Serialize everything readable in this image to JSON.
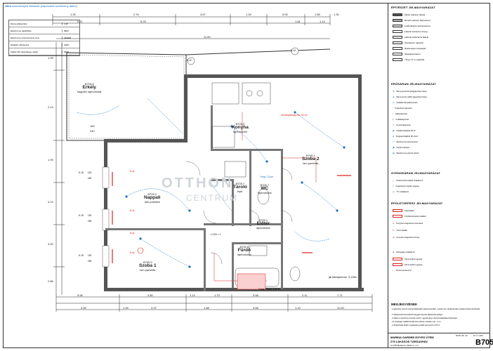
{
  "header": {
    "title_prefix": "Ütes",
    "title": "szerelvényes ellátamű (kapcsolási szerelvény rakkó)"
  },
  "info_table": [
    {
      "label": "Klíma előkészítés",
      "value": "2 db"
    },
    {
      "label": "Elektromos padlófűtés",
      "value": "NEM"
    },
    {
      "label": "Elektromos szerelvények színe",
      "value": "FEHER"
    },
    {
      "label": "Radiátor elhelyezés",
      "value": "IGEN"
    },
    {
      "label": "Kádas WC látszólagos toalett",
      "value": "NEM"
    }
  ],
  "dimensions_top": [
    "1.30",
    "2.76",
    "3.67",
    "1.26",
    "5.00",
    "1.85",
    "1.30"
  ],
  "dimensions_top_row2": [
    "5.71",
    "5.03",
    "11.60",
    "1.81",
    "1.14"
  ],
  "dimensions_bottom": [
    "5.96",
    "3.80",
    "1.13",
    "1.70",
    "3.58",
    "2.11",
    "7.71"
  ],
  "dimensions_bottom_row2": [
    "4.59",
    "1.26",
    "3.37",
    "1.88",
    "3.58",
    "1.10",
    "11.90"
  ],
  "dimensions_left": [
    "1.95",
    "2.13",
    "1.05",
    "4.19",
    "3.00",
    "2.86"
  ],
  "rooms": [
    {
      "name": "Erkély",
      "id": "B705.8",
      "floor": "fagyálló lapburkolat"
    },
    {
      "name": "Konyha",
      "id": "B705.3",
      "floor": "lapburkolat"
    },
    {
      "name": "Szoba 2",
      "id": "B705.4",
      "floor": "lam.parketta"
    },
    {
      "name": "Nappali",
      "id": "B705.2",
      "floor": "lam.parketta"
    },
    {
      "name": "Tároló",
      "id": "B705.7",
      "floor": "lapb."
    },
    {
      "name": "WC",
      "id": "B705.7",
      "floor": "lapburkolat"
    },
    {
      "name": "Előtér",
      "id": "B705.1",
      "floor": "lapburkolat"
    },
    {
      "name": "Fürdő",
      "id": "B705.6",
      "floor": "lapburkolat"
    },
    {
      "name": "Szoba 1",
      "id": "B705.5",
      "floor": "lam.parketta"
    }
  ],
  "windows": [
    {
      "label": "K-15",
      "a": "120",
      "b": "150"
    },
    {
      "label": "K-15",
      "a": "120",
      "b": "150"
    },
    {
      "label": "K-15",
      "a": "120",
      "b": "150"
    }
  ],
  "door_labels": [
    "K-12",
    "K-13",
    "B-4y",
    "B-4y",
    "B-4y",
    "B-4y"
  ],
  "left_marks": {
    "top": "180",
    "bottom": "240"
  },
  "annotations": {
    "kitchen_note": "Hidrofoglaltság min. 90 cm",
    "floor_level": "Ylong 7,5 µm",
    "floor_level2": "Ylong 7,5 µm; 1,00 m",
    "elevation": "± 0,00 = ±",
    "bath_note": "jak elemnyező ext. +2,125m"
  },
  "watermark": {
    "line1": "OTTHON",
    "line2": "CENTRUM"
  },
  "legend": {
    "sections": [
      {
        "title": "ÉPÍTÉSZET JELMAGYARÁZAT",
        "items": [
          "Épített vasbeton falazat",
          "Monolit vasbeton falszerkezet",
          "Ladderáttetett nézetszerkezet",
          "Falazott szerkezet (Ytong)",
          "Falazott vázkerámia falazat",
          "Gipszkarton válaszfal",
          "Mesterséges helyiségfal",
          "Hőtárolószerkezet",
          "Ytong 7,5 cm válaszfal"
        ]
      },
      {
        "title": "ERŐSÁRAM JELMAGYARÁZAT",
        "items": [
          "Mennyezeti lámpatiggesztési helye",
          "Mennyezeti csillár tiggesztési helye",
          "Oldalfali lámpakivezetés",
          "Kétpólusú kapcsoló",
          "Váltókapcsoló",
          "Csillárkapcsoló",
          "Keresztkapcsoló",
          "Dugaszolóaljzat 2P+F",
          "Dugaszolóaljzat 3P+N+F",
          "Elektromos fal-kivezetés",
          "Kazán bekötés",
          "Elektromos elosztó doboz"
        ]
      },
      {
        "title": "GYENGEÁRAM JELMAGYARÁZAT",
        "items": [
          "Telefon/informatikai csatlakozó",
          "Kaputelefon beltéri egység",
          "TV csatlakozó"
        ]
      },
      {
        "title": "ÉPÜLETGÉPÉSZ JELMAGYARÁZAT",
        "items": [
          "Lapradiátor",
          "Törölközőszárító radiátor",
          "Konyhai szagelszívó kivezetés",
          "Vízes kiállás",
          "Konyhai szagelszívó helye",
          "Mosogató csatlakozó",
          "Klíma kültéri egység",
          "Klíma beltéri egység",
          "Klíma kondenzvíz"
        ]
      }
    ]
  },
  "notes": {
    "title": "MEGJEGYZÉSEK",
    "items": [
      "- A gépészet tervezi szerinti lakáseladó rajzok készültek, melyek nem tartalmazzák a tételes kiviteli részleteket.",
      "- A felhelyezett berendezési tárgyak helyzete tájékoztató jellegű.",
      "- A lakás a csoportos tervezés szerint, egyedi igény szerinti kialakítása lehetséges.",
      "- Az esetleges padlóburkolati szint eltérés mértéke max. 1 cm.",
      "- A fürdőszobai födém magasság a padló-mennyezet 2,60 m."
    ]
  },
  "titlebox": {
    "line1": "MARINA GARDEN EGYES ÜTEM",
    "line2": "275 LAKÁSOS TÁRSASHÁZ",
    "line3": "H-1138 Budapest, Marina u. 2-4.",
    "date": "2019. 09. 12",
    "scale": "M = 1:100",
    "code": "B705"
  }
}
